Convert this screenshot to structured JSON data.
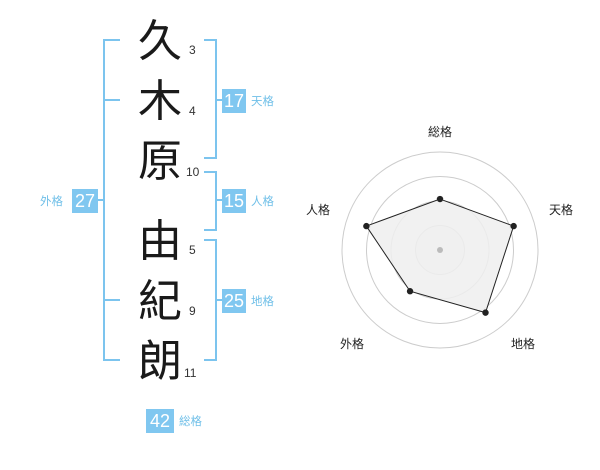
{
  "name": {
    "chars": [
      {
        "char": "久",
        "strokes": "3"
      },
      {
        "char": "木",
        "strokes": "4"
      },
      {
        "char": "原",
        "strokes": "10"
      },
      {
        "char": "由",
        "strokes": "5"
      },
      {
        "char": "紀",
        "strokes": "9"
      },
      {
        "char": "朗",
        "strokes": "11"
      }
    ]
  },
  "fortune": {
    "tenkaku": {
      "value": "17",
      "label": "天格"
    },
    "jinkaku": {
      "value": "15",
      "label": "人格"
    },
    "chikaku": {
      "value": "25",
      "label": "地格"
    },
    "gaikaku": {
      "value": "27",
      "label": "外格"
    },
    "soukaku": {
      "value": "42",
      "label": "総格"
    }
  },
  "radar": {
    "axes": [
      "総格",
      "天格",
      "地格",
      "外格",
      "人格"
    ],
    "values": [
      0.52,
      0.79,
      0.79,
      0.52,
      0.79
    ],
    "rings": 4,
    "colors": {
      "ring": "#cccccc",
      "fill": "#eeeeee",
      "line": "#222222",
      "point": "#222222",
      "center": "#bbbbbb"
    }
  },
  "colors": {
    "accent": "#80c7f0",
    "bracket": "#7cc4ee"
  }
}
